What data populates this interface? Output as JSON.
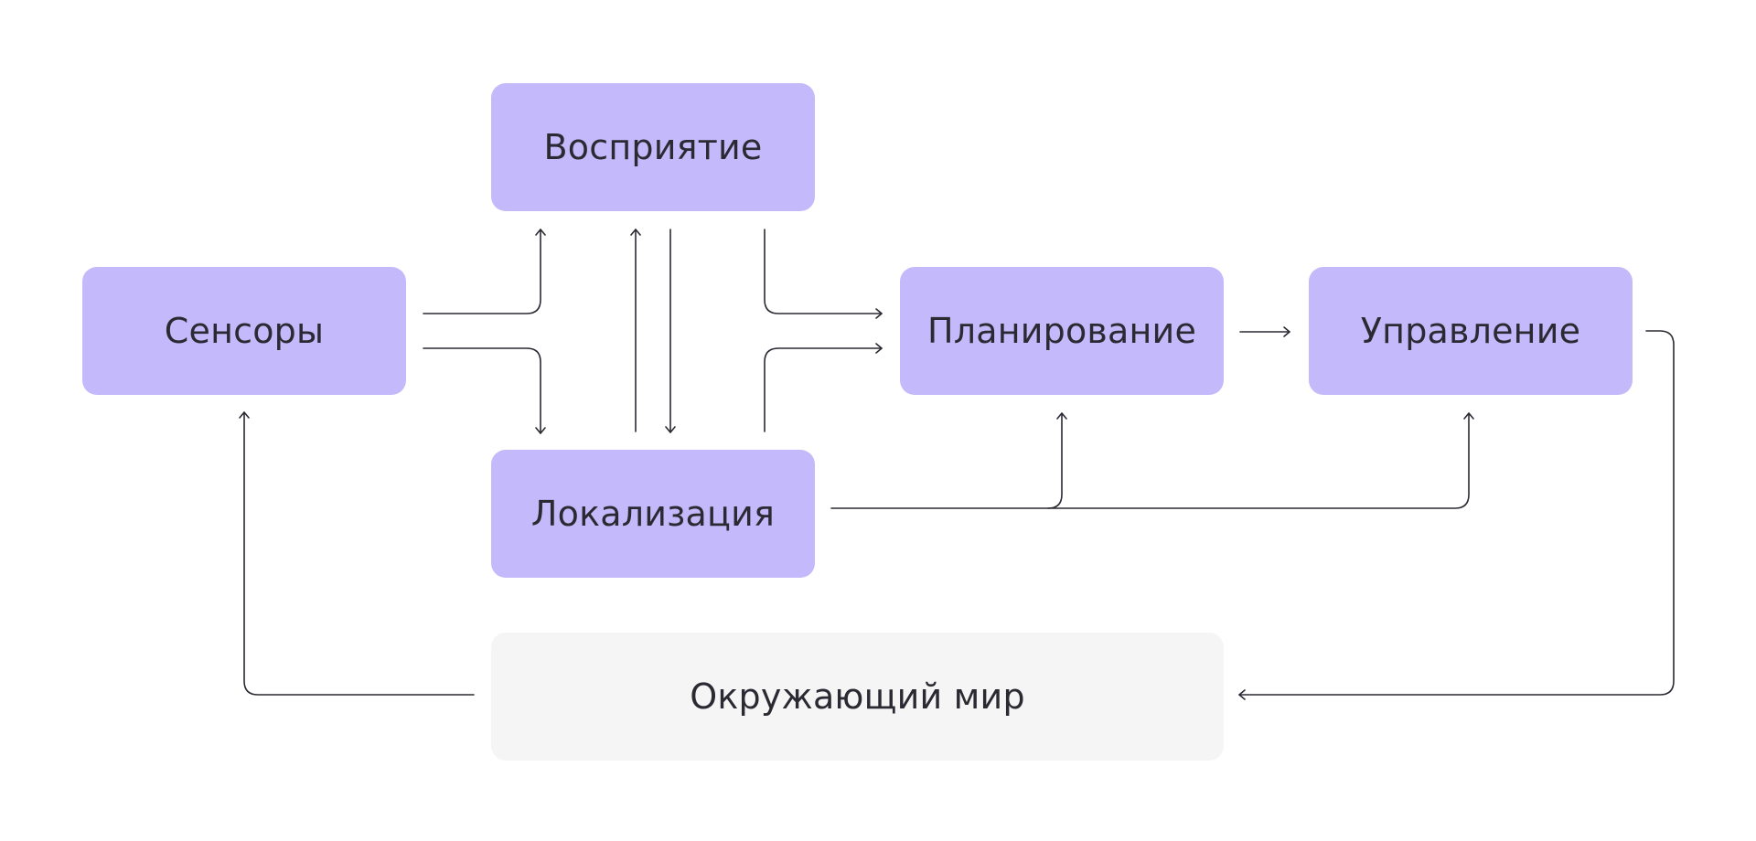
{
  "diagram": {
    "nodes": {
      "sensors": "Сенсоры",
      "perception": "Восприятие",
      "localization": "Локализация",
      "planning": "Планирование",
      "control": "Управление",
      "world": "Окружающий мир"
    },
    "colors": {
      "node_fill": "#c4b9fb",
      "world_fill": "#f5f5f5",
      "line": "#2b2a33",
      "text": "#2b2a33"
    }
  }
}
